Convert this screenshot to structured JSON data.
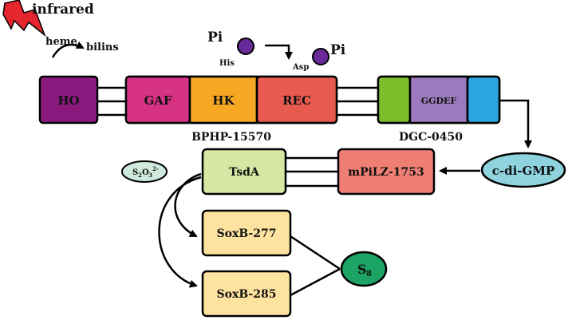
{
  "diagram": {
    "labels": {
      "infrared": "infrared",
      "heme": "heme",
      "bilins": "bilins",
      "pi_left": "Pi",
      "pi_right": "Pi",
      "his": "His",
      "asp": "Asp",
      "bphp": "BPHP-15570",
      "dgc": "DGC-0450"
    },
    "domains": {
      "ho": "HO",
      "gaf": "GAF",
      "hk": "HK",
      "rec": "REC",
      "ggdef": "GGDEF"
    },
    "nodes": {
      "c_di_gmp": "c-di-GMP",
      "mpilz": "mPiLZ-1753",
      "tsda": "TsdA",
      "soxb277": "SoxB-277",
      "soxb285": "SoxB-285",
      "s8_base": "S",
      "s8_sub": "8",
      "thiosulfate_s": "S",
      "thiosulfate_s_sub": "2",
      "thiosulfate_o": "O",
      "thiosulfate_o_sub": "3",
      "thiosulfate_charge": "2-"
    },
    "colors": {
      "ho": "#8a1a7e",
      "gaf": "#d63384",
      "hk": "#f7a823",
      "rec": "#e85a4f",
      "green_domain": "#7cbf2a",
      "ggdef": "#9b7bbd",
      "blue_domain": "#2ba5dd",
      "pi_circle": "#6a2a9a",
      "lightning": "#e5262e",
      "c_di_gmp": "#8fd3df",
      "mpilz": "#ef7f74",
      "tsda": "#d6e8a4",
      "soxb": "#fde2a0",
      "s8": "#1ba463",
      "thiosulfate": "#cfe9dc"
    }
  }
}
